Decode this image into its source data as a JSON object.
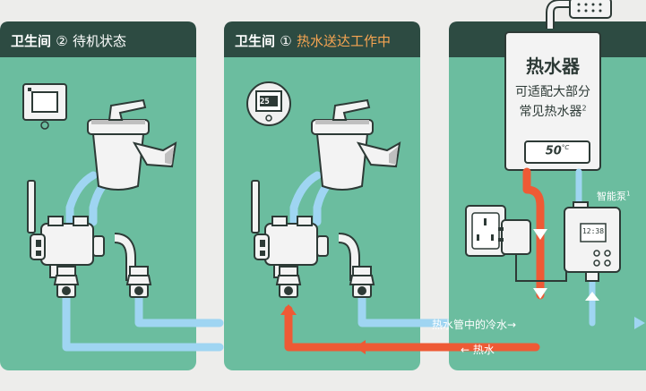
{
  "panels": [
    {
      "room": "卫生间",
      "step": "②",
      "status": "待机状态"
    },
    {
      "room": "卫生间",
      "step": "①",
      "status": "热水送达工作中"
    }
  ],
  "heater": {
    "title": "热水器",
    "line1": "可适配大部分",
    "line2": "常见热水器",
    "footnote": "2",
    "temp_value": "50",
    "temp_unit": "°C"
  },
  "pump": {
    "label": "智能泵",
    "footnote": "1",
    "display": "12:38"
  },
  "flows": {
    "cold": "热水管中的冷水→",
    "hot": "← 热水"
  },
  "colors": {
    "panel_bg": "#6bbd9f",
    "header_bg": "#2d4b42",
    "cold_pipe": "#9fd5f2",
    "hot_pipe": "#ee5a35",
    "status_hot": "#f7a552"
  }
}
